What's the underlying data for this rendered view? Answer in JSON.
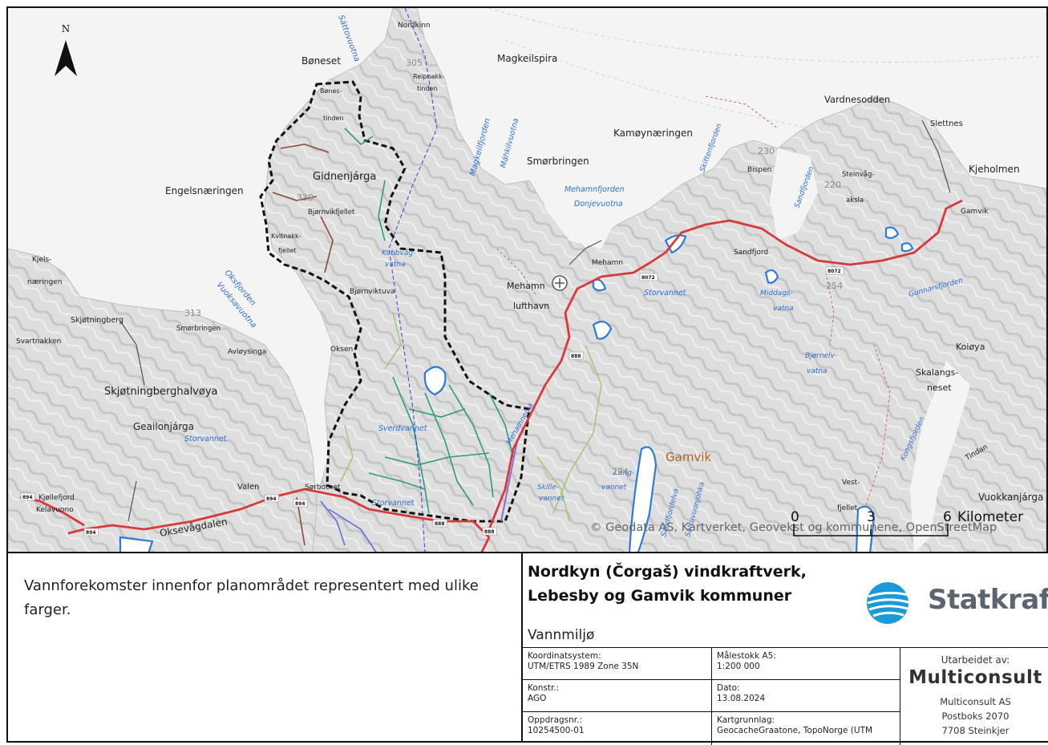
{
  "north_arrow": {
    "label": "N"
  },
  "place_labels": [
    {
      "id": "nordkinn",
      "text": "Nordkinn"
    },
    {
      "id": "magkeilspira",
      "text": "Magkeilspira"
    },
    {
      "id": "boneset",
      "text": "Bøneset"
    },
    {
      "id": "bonestinden-1",
      "text": "Bønes-"
    },
    {
      "id": "bonestinden-2",
      "text": "tinden"
    },
    {
      "id": "reipnakk-1",
      "text": "Reipnakk-"
    },
    {
      "id": "reipnakk-2",
      "text": "tinden"
    },
    {
      "id": "gidnenjarga",
      "text": "Gidnenjárga"
    },
    {
      "id": "engelsnaeringen",
      "text": "Engelsnæringen"
    },
    {
      "id": "bjornvikfjellet",
      "text": "Bjørnvikfjellet"
    },
    {
      "id": "kvitnakk-1",
      "text": "Kvitnakk-"
    },
    {
      "id": "kvitnakk-2",
      "text": "fjellet"
    },
    {
      "id": "smorbringen-e",
      "text": "Smørbringen"
    },
    {
      "id": "kamoynaeringen",
      "text": "Kamøynæringen"
    },
    {
      "id": "vardnesodden",
      "text": "Vardnesodden"
    },
    {
      "id": "slettnes",
      "text": "Slettnes"
    },
    {
      "id": "kjeholmen",
      "text": "Kjeholmen"
    },
    {
      "id": "gamvik-village",
      "text": "Gamvik"
    },
    {
      "id": "steinvag-1",
      "text": "Steinvåg-"
    },
    {
      "id": "steinvag-2",
      "text": "aksla"
    },
    {
      "id": "bispen",
      "text": "Bispen"
    },
    {
      "id": "mehamn",
      "text": "Mehamn"
    },
    {
      "id": "mehamn-lufthavn-1",
      "text": "Mehamn"
    },
    {
      "id": "mehamn-lufthavn-2",
      "text": "lufthavn"
    },
    {
      "id": "sandfjord",
      "text": "Sandfjord"
    },
    {
      "id": "bjornviktuva",
      "text": "Bjørnviktuva"
    },
    {
      "id": "oksen",
      "text": "Oksen"
    },
    {
      "id": "kjels-1",
      "text": "Kjels-"
    },
    {
      "id": "kjels-2",
      "text": "næringen"
    },
    {
      "id": "skjotningberg",
      "text": "Skjøtningberg"
    },
    {
      "id": "svartnakken",
      "text": "Svartnakken"
    },
    {
      "id": "smorbringen-w",
      "text": "Smørbringen"
    },
    {
      "id": "avloysinga",
      "text": "Avløysinga"
    },
    {
      "id": "skjotningberghalvoya",
      "text": "Skjøtningberghalvøya"
    },
    {
      "id": "geailonjarga",
      "text": "Geailonjárga"
    },
    {
      "id": "koioya",
      "text": "Koiøya"
    },
    {
      "id": "skalangs-1",
      "text": "Skalangs-"
    },
    {
      "id": "skalangs-2",
      "text": "neset"
    },
    {
      "id": "vest-1",
      "text": "Vest-"
    },
    {
      "id": "vest-2",
      "text": "fjellet"
    },
    {
      "id": "vuokkanjarga",
      "text": "Vuokkanjárga"
    },
    {
      "id": "valen",
      "text": "Valen"
    },
    {
      "id": "sorbotnet",
      "text": "Sørbotnet"
    },
    {
      "id": "kjollefjord",
      "text": "Kjøllefjord"
    },
    {
      "id": "kelavuono",
      "text": "Kelavuono"
    },
    {
      "id": "oksevagdalen",
      "text": "Oksevågdalen"
    },
    {
      "id": "tindan",
      "text": "Tindan"
    }
  ],
  "municipality_label": "Gamvik",
  "water_labels": [
    {
      "id": "sattovuotna",
      "text": "Sáttovuotna"
    },
    {
      "id": "magkeilfjorden",
      "text": "Magkeilfjorden"
    },
    {
      "id": "mahkilvuotna",
      "text": "Máhkilvuotna"
    },
    {
      "id": "mehamnfjorden",
      "text": "Mehamnfjorden"
    },
    {
      "id": "donjevuotna",
      "text": "Donjevuotna"
    },
    {
      "id": "skittenfjorden",
      "text": "Skittenfjorden"
    },
    {
      "id": "sandfjorden",
      "text": "Sandfjorden"
    },
    {
      "id": "kobbvag-1",
      "text": "Kobbvåg-"
    },
    {
      "id": "kobbvag-2",
      "text": "vatna"
    },
    {
      "id": "storvannet-mehamn",
      "text": "Storvannet"
    },
    {
      "id": "middags-1",
      "text": "Middags-"
    },
    {
      "id": "middags-2",
      "text": "vatna"
    },
    {
      "id": "gunnarsfjorden",
      "text": "Gunnarsfjorden"
    },
    {
      "id": "oksfjorden",
      "text": "Oksfjorden"
    },
    {
      "id": "vuoksavuotna",
      "text": "Vuoksavuotna"
    },
    {
      "id": "bjornelv-1",
      "text": "Bjørnelv-"
    },
    {
      "id": "bjornelv-2",
      "text": "vatna"
    },
    {
      "id": "sverdvannet",
      "text": "Sverdvannet"
    },
    {
      "id": "mehamnelva",
      "text": "Mehamnelva"
    },
    {
      "id": "storvannet-w",
      "text": "Storvannet"
    },
    {
      "id": "storvannet-s",
      "text": "Storvannet"
    },
    {
      "id": "skille-1",
      "text": "Skille-"
    },
    {
      "id": "skille-2",
      "text": "vannet"
    },
    {
      "id": "lang-1",
      "text": "Lang-"
    },
    {
      "id": "lang-2",
      "text": "vannet"
    },
    {
      "id": "sandfjordelva",
      "text": "Sandfjordelva"
    },
    {
      "id": "sattuvuonjohka",
      "text": "Sáttuvuonjohka"
    },
    {
      "id": "kongsfjorden",
      "text": "Kongsfjorden"
    }
  ],
  "road_numbers": [
    "888",
    "888",
    "888",
    "8072",
    "8072",
    "894",
    "894",
    "894",
    "894"
  ],
  "elevations": [
    "305",
    "339",
    "313",
    "230",
    "220",
    "294",
    "254"
  ],
  "scale_bar": {
    "ticks": [
      "0",
      "3",
      "6"
    ],
    "unit": "Kilometer"
  },
  "attribution": "© Geodata AS, Kartverket, Geovekst og kommunene, OpenStreetMap",
  "description": "Vannforekomster innenfor planområdet representert med ulike farger.",
  "project_title": "Nordkyn (Čorgaš) vindkraftverk,\nLebesby og Gamvik kommuner",
  "subject": "Vannmiljø",
  "client_logo": "Statkraft",
  "info": {
    "koordinatsystem_label": "Koordinatsystem:",
    "koordinatsystem_value": "UTM/ETRS 1989 Zone 35N",
    "malestokk_label": "Målestokk A5:",
    "malestokk_value": "1:200 000",
    "konstr_label": "Konstr.:",
    "konstr_value": "AGO",
    "dato_label": "Dato:",
    "dato_value": "13.08.2024",
    "oppdragsnr_label": "Oppdragsnr.:",
    "oppdragsnr_value": "10254500-01",
    "kartgrunnlag_label": "Kartgrunnlag:",
    "kartgrunnlag_value": "GeocacheGraatone, TopoNorge (UTM"
  },
  "prepared_by": {
    "label": "Utarbeidet av:",
    "logo": "Multiconsult",
    "company": "Multiconsult AS",
    "address": "Postboks 2070",
    "city": "7708 Steinkjer"
  },
  "colors": {
    "road": "#d63a3a",
    "lake": "#2e7bd6",
    "boundary": "#111111",
    "stream_teal": "#2f9a7e",
    "stream_brown": "#8b4a3a",
    "stream_lightgreen": "#9cc86a",
    "stream_purple": "#8e6ad6",
    "stream_blue": "#5d6fd8",
    "sea": "#f4f4f4",
    "land": "#d9d9d9"
  }
}
